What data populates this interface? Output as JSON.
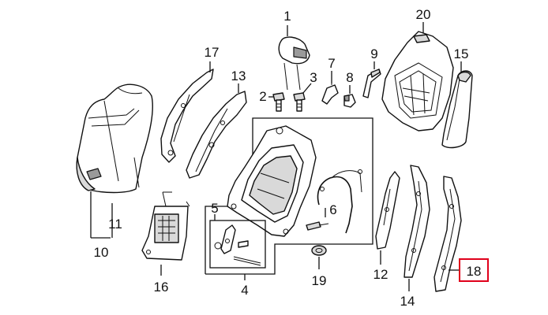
{
  "labels": {
    "p1": "1",
    "p2": "2",
    "p3": "3",
    "p4": "4",
    "p5": "5",
    "p6": "6",
    "p7": "7",
    "p8": "8",
    "p9": "9",
    "p10": "10",
    "p11": "11",
    "p12": "12",
    "p13": "13",
    "p14": "14",
    "p15": "15",
    "p16": "16",
    "p17": "17",
    "p18": "18",
    "p19": "19",
    "p20": "20"
  },
  "highlight": {
    "part": "18",
    "color": "#e0001b"
  },
  "colors": {
    "line": "#111111",
    "shade": "#d9d9d9",
    "dark": "#9a9a9a"
  }
}
